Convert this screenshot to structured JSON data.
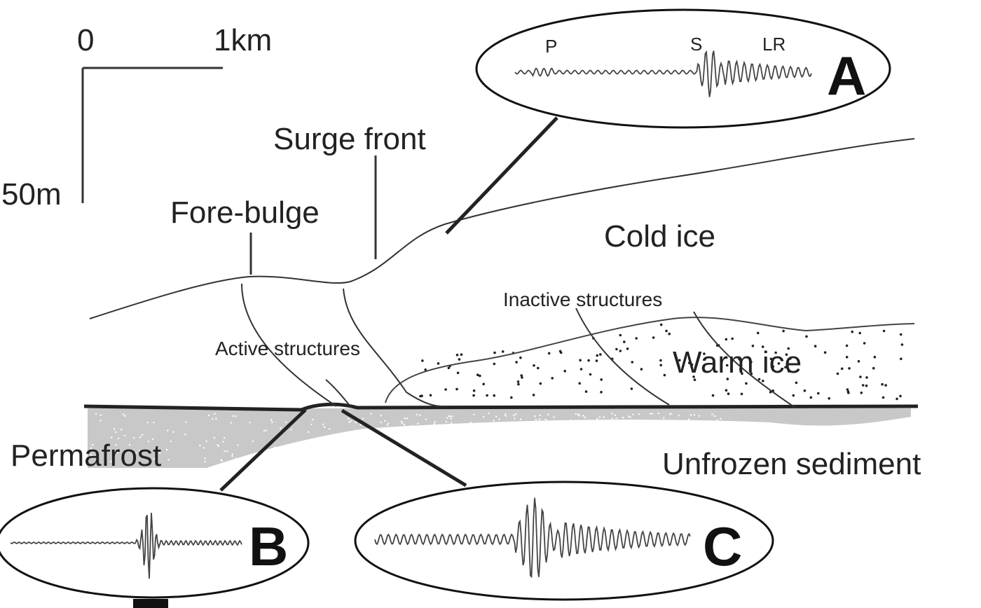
{
  "scale": {
    "zero": "0",
    "horizontal": "1km",
    "vertical": "50m"
  },
  "labels": {
    "surge_front": "Surge front",
    "fore_bulge": "Fore-bulge",
    "cold_ice": "Cold ice",
    "inactive_structures": "Inactive structures",
    "active_structures": "Active structures",
    "warm_ice": "Warm ice",
    "permafrost": "Permafrost",
    "unfrozen_sediment": "Unfrozen sediment"
  },
  "insets": {
    "a": {
      "letter": "A",
      "phase_p": "P",
      "phase_s": "S",
      "phase_lr": "LR"
    },
    "b": {
      "letter": "B"
    },
    "c": {
      "letter": "C"
    }
  },
  "colors": {
    "line": "#333333",
    "permafrost_fill": "#c8c8c8",
    "bed": "#222222"
  }
}
